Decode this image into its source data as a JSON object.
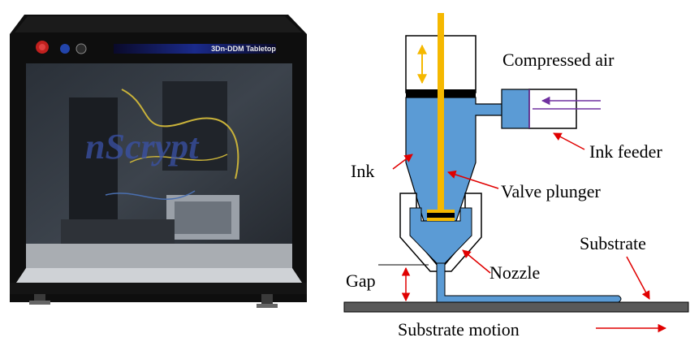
{
  "photo": {
    "brand_panel_text": "3Dn-DDM Tabletop",
    "logo_text": "nScrypt"
  },
  "labels": {
    "compressed_air": "Compressed air",
    "ink_feeder": "Ink feeder",
    "ink": "Ink",
    "valve_plunger": "Valve plunger",
    "substrate": "Substrate",
    "nozzle": "Nozzle",
    "gap": "Gap",
    "substrate_motion": "Substrate motion"
  },
  "colors": {
    "ink": "#5b9bd5",
    "plunger": "#f5b800",
    "arrow": "#e00000",
    "air_arrow": "#7030a0",
    "substrate": "#595959",
    "housing": "#0e0e0e"
  }
}
